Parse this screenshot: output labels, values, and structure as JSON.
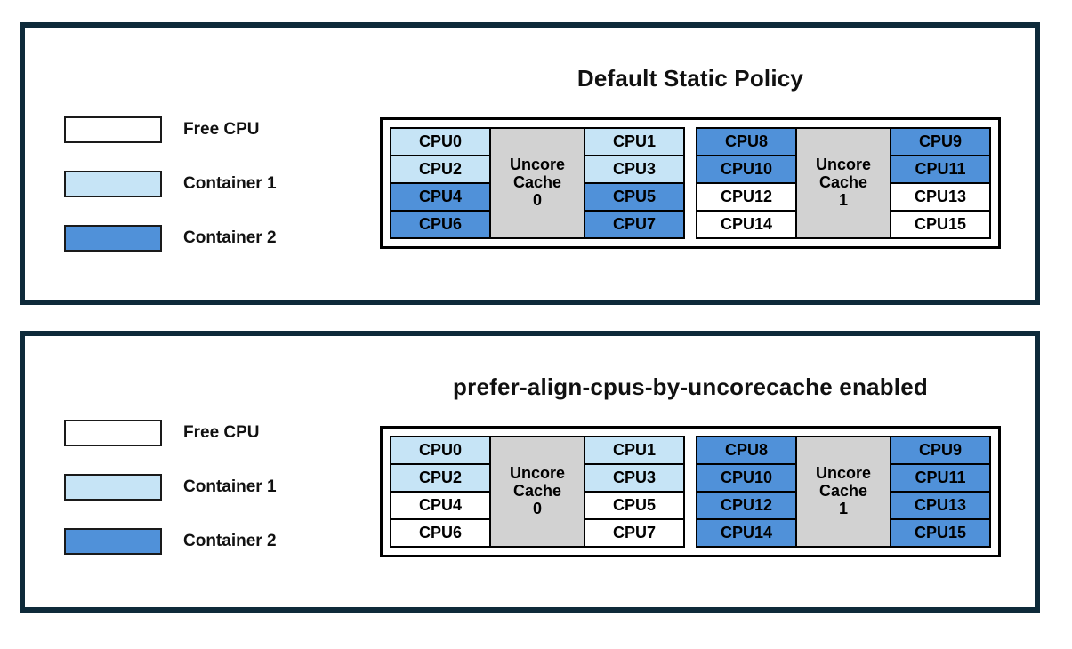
{
  "colors": {
    "panel_border": "#0e2a3a",
    "cell_border": "#000000",
    "free": "#ffffff",
    "container1": "#c6e4f6",
    "container2": "#5091d9",
    "uncore": "#d2d2d2",
    "text": "#111111"
  },
  "legend": {
    "items": [
      {
        "label": "Free CPU",
        "type": "free"
      },
      {
        "label": "Container 1",
        "type": "container1"
      },
      {
        "label": "Container 2",
        "type": "container2"
      }
    ]
  },
  "panels": [
    {
      "title": "Default Static Policy",
      "caches": [
        {
          "uncore_label": "Uncore\nCache\n0",
          "left": [
            {
              "label": "CPU0",
              "type": "container1"
            },
            {
              "label": "CPU2",
              "type": "container1"
            },
            {
              "label": "CPU4",
              "type": "container2"
            },
            {
              "label": "CPU6",
              "type": "container2"
            }
          ],
          "right": [
            {
              "label": "CPU1",
              "type": "container1"
            },
            {
              "label": "CPU3",
              "type": "container1"
            },
            {
              "label": "CPU5",
              "type": "container2"
            },
            {
              "label": "CPU7",
              "type": "container2"
            }
          ]
        },
        {
          "uncore_label": "Uncore\nCache\n1",
          "left": [
            {
              "label": "CPU8",
              "type": "container2"
            },
            {
              "label": "CPU10",
              "type": "container2"
            },
            {
              "label": "CPU12",
              "type": "free"
            },
            {
              "label": "CPU14",
              "type": "free"
            }
          ],
          "right": [
            {
              "label": "CPU9",
              "type": "container2"
            },
            {
              "label": "CPU11",
              "type": "container2"
            },
            {
              "label": "CPU13",
              "type": "free"
            },
            {
              "label": "CPU15",
              "type": "free"
            }
          ]
        }
      ]
    },
    {
      "title": "prefer-align-cpus-by-uncorecache enabled",
      "caches": [
        {
          "uncore_label": "Uncore\nCache\n0",
          "left": [
            {
              "label": "CPU0",
              "type": "container1"
            },
            {
              "label": "CPU2",
              "type": "container1"
            },
            {
              "label": "CPU4",
              "type": "free"
            },
            {
              "label": "CPU6",
              "type": "free"
            }
          ],
          "right": [
            {
              "label": "CPU1",
              "type": "container1"
            },
            {
              "label": "CPU3",
              "type": "container1"
            },
            {
              "label": "CPU5",
              "type": "free"
            },
            {
              "label": "CPU7",
              "type": "free"
            }
          ]
        },
        {
          "uncore_label": "Uncore\nCache\n1",
          "left": [
            {
              "label": "CPU8",
              "type": "container2"
            },
            {
              "label": "CPU10",
              "type": "container2"
            },
            {
              "label": "CPU12",
              "type": "container2"
            },
            {
              "label": "CPU14",
              "type": "container2"
            }
          ],
          "right": [
            {
              "label": "CPU9",
              "type": "container2"
            },
            {
              "label": "CPU11",
              "type": "container2"
            },
            {
              "label": "CPU13",
              "type": "container2"
            },
            {
              "label": "CPU15",
              "type": "container2"
            }
          ]
        }
      ]
    }
  ]
}
